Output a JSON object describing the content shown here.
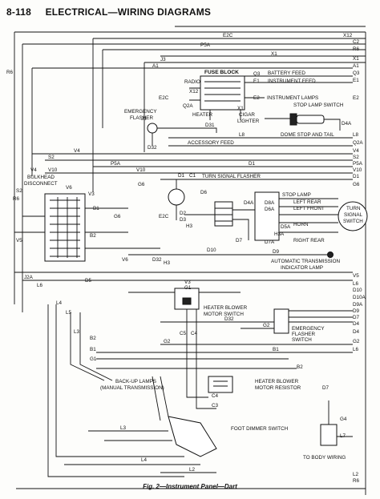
{
  "header": {
    "page_number": "8-118",
    "title": "ELECTRICAL—WIRING DIAGRAMS"
  },
  "caption": "Fig. 2—Instrument Panel—Dart",
  "components": {
    "fuse_block": "FUSE BLOCK",
    "radio": "RADIO",
    "battery_feed": "BATTERY FEED",
    "instrument_feed": "INSTRUMENT FEED",
    "instrument_lamps": "INSTRUMENT LAMPS",
    "stop_lamp_switch": "STOP LAMP SWITCH",
    "emergency_flasher_1": "EMERGENCY",
    "emergency_flasher_2": "FLASHER",
    "heater": "HEATER",
    "cigar_lighter_1": "CIGAR",
    "cigar_lighter_2": "LIGHTER",
    "dome_stop_tail": "DOME STOP AND TAIL",
    "accessory_feed": "ACCESSORY FEED",
    "turn_signal_flasher": "TURN SIGNAL FLASHER",
    "bulkhead_1": "BULKHEAD",
    "bulkhead_2": "DISCONNECT",
    "stop_lamp": "STOP LAMP",
    "left_rear": "LEFT REAR",
    "left_front": "LEFT FRONT",
    "horn": "HORN",
    "right_rear": "RIGHT REAR",
    "turn_signal_switch_1": "TURN",
    "turn_signal_switch_2": "SIGNAL",
    "turn_signal_switch_3": "SWITCH",
    "auto_trans_1": "AUTOMATIC TRANSMISSION",
    "auto_trans_2": "INDICATOR LAMP",
    "heater_blower_switch_1": "HEATER BLOWER",
    "heater_blower_switch_2": "MOTOR SWITCH",
    "emergency_flasher_switch_1": "EMERGENCY",
    "emergency_flasher_switch_2": "FLASHER",
    "emergency_flasher_switch_3": "SWITCH",
    "backup_lamps_1": "BACK-UP LAMPS",
    "backup_lamps_2": "(MANUAL TRANSMISSION)",
    "blower_resistor_1": "HEATER BLOWER",
    "blower_resistor_2": "MOTOR RESISTOR",
    "foot_dimmer": "FOOT DIMMER SWITCH",
    "body_wiring": "TO BODY WIRING"
  },
  "wire_labels": {
    "x12": "X12",
    "e2c": "E2C",
    "p5a": "P5A",
    "r6": "R6",
    "c2": "C2",
    "x1": "X1",
    "j3": "J3",
    "a1": "A1",
    "q3": "Q3",
    "e1": "E1",
    "e2": "E2",
    "r6l": "R6",
    "x12b": "X12",
    "q2a": "Q2A",
    "x1b": "X1",
    "j3b": "J3",
    "d31": "D31",
    "d32": "D32",
    "d4a": "D4A",
    "l8": "L8",
    "q2ab": "Q2A",
    "v4": "V4",
    "s2": "S2",
    "p5ab": "P5A",
    "d1": "D1",
    "v10": "V10",
    "v4l": "V4",
    "v10l": "V10",
    "d1b": "D1",
    "c1": "C1",
    "g6": "G6",
    "v6": "V6",
    "v3": "V3",
    "b1": "B1",
    "g6b": "G6",
    "e2cb": "E2C",
    "d6": "D6",
    "d2": "D2",
    "d3": "D3",
    "h3": "H3",
    "s2l": "S2",
    "r6b": "R6",
    "d4ab": "D4A",
    "d8a": "D8A",
    "d6a": "D6A",
    "d5a": "D5A",
    "h3a": "H3A",
    "d7a": "D7A",
    "d9": "D9",
    "b2": "B2",
    "v5": "V5",
    "v6b": "V6",
    "d7": "D7",
    "d10": "D10",
    "d4": "D4",
    "d32b": "D32",
    "h3b": "H3",
    "d10a": "D10A",
    "d9a": "D9A",
    "j2a": "J2A",
    "l6": "L6",
    "d5": "D5",
    "v5b": "V5",
    "v3b": "V3",
    "g1": "G1",
    "l4": "L4",
    "l5": "L5",
    "l3": "L3",
    "c5": "C5",
    "c4": "C4",
    "c4b": "C4",
    "c3": "C3",
    "g2": "G2",
    "b1b": "B1",
    "b1c": "B1",
    "g1b": "G1",
    "b2b": "B2",
    "g4": "G4",
    "l7": "L7",
    "l4b": "L4",
    "l2": "L2",
    "l8b": "L8",
    "l3b": "L3",
    "l2b": "L2",
    "l6b": "L6",
    "r6c": "R6",
    "g2b": "G2"
  }
}
